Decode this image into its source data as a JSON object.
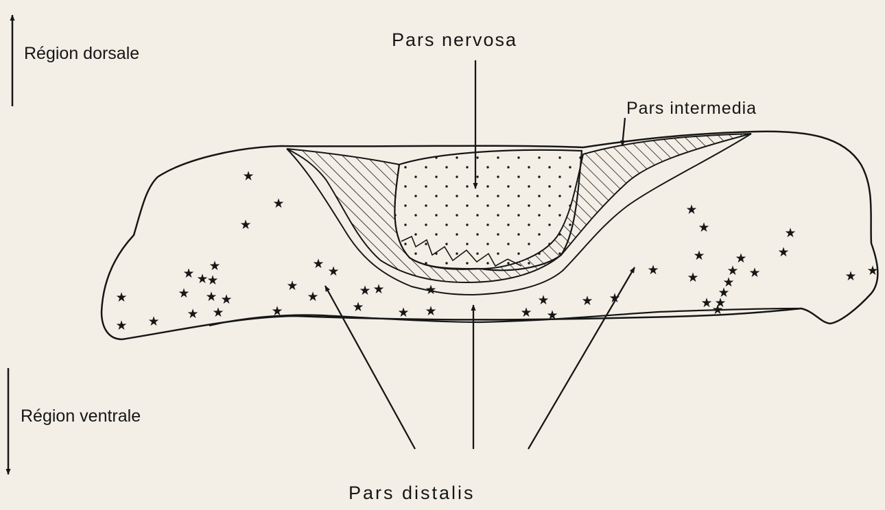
{
  "labels": {
    "dorsal": "Région dorsale",
    "ventral": "Région ventrale",
    "nervosa": "Pars nervosa",
    "intermedia": "Pars intermedia",
    "distalis": "Pars distalis"
  },
  "colors": {
    "ink": "#161616",
    "paper": "#f3efe6"
  },
  "legend_symbols": {
    "star": "★"
  }
}
